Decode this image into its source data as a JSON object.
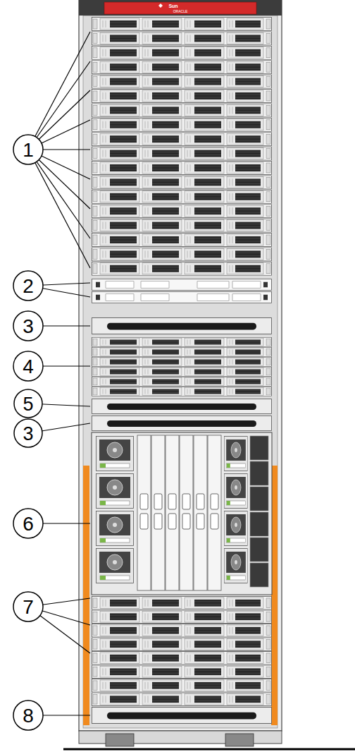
{
  "diagram": {
    "labels": [
      "Sun",
      "ORACLE",
      "1",
      "2",
      "3",
      "4",
      "5",
      "3",
      "6",
      "7",
      "8"
    ]
  }
}
